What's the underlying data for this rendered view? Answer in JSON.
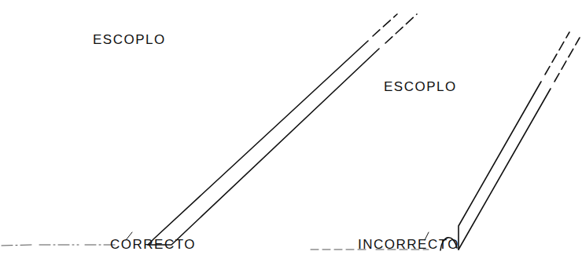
{
  "diagram": {
    "labels": [
      "ESCOPLO",
      "ESCOPLO",
      "CORRECTO",
      "INCORRECTO"
    ]
  }
}
